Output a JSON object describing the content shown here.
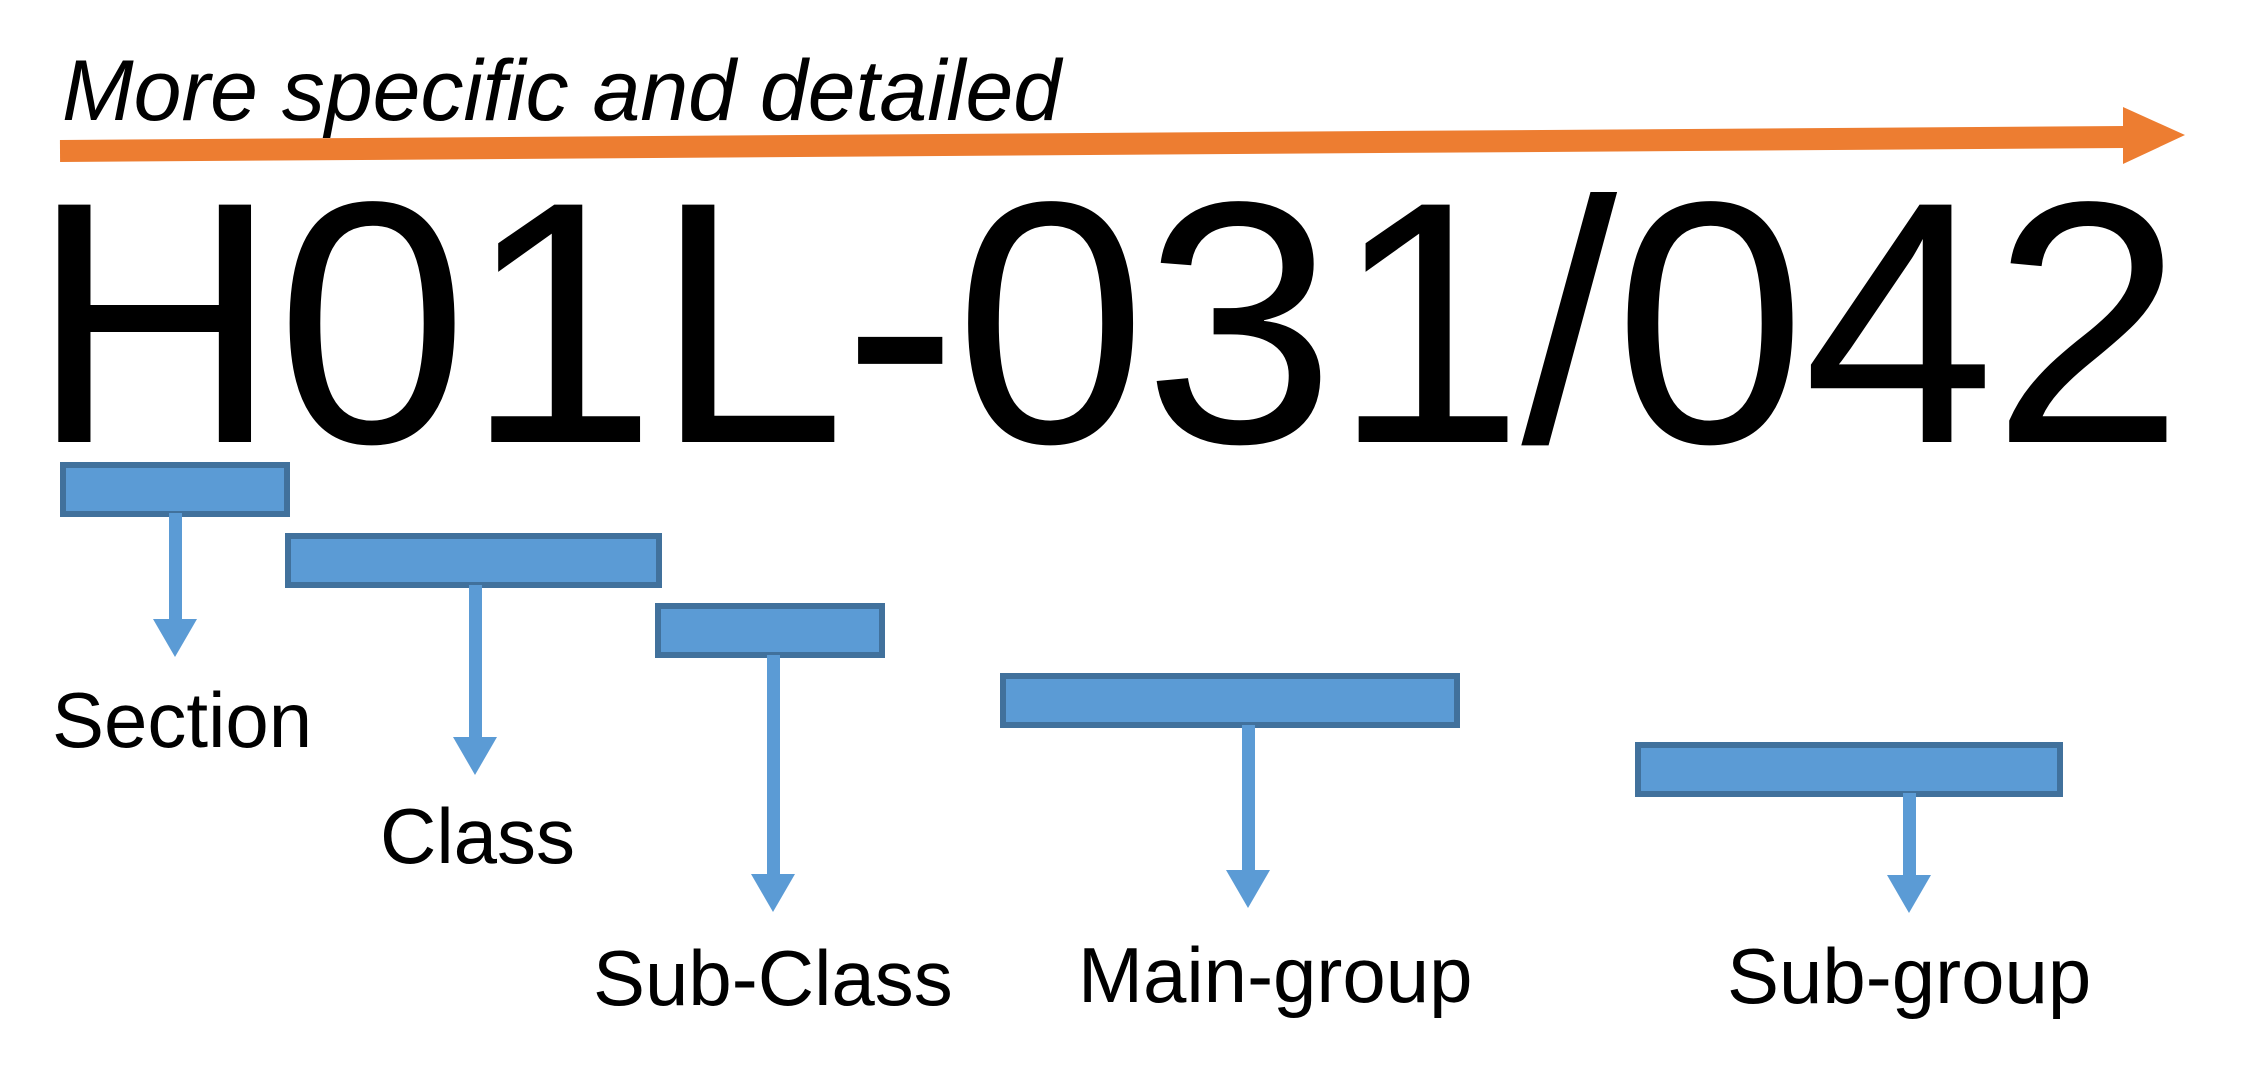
{
  "title": "More specific and detailed",
  "code": "H01L-031/042",
  "colors": {
    "accent_orange": "#ED7D31",
    "bar_fill": "#5B9BD5",
    "bar_border": "#41719C",
    "arrow_blue": "#5B9BD5",
    "text": "#000000"
  },
  "levels": [
    {
      "label": "Section"
    },
    {
      "label": "Class"
    },
    {
      "label": "Sub-Class"
    },
    {
      "label": "Main-group"
    },
    {
      "label": "Sub-group"
    }
  ]
}
